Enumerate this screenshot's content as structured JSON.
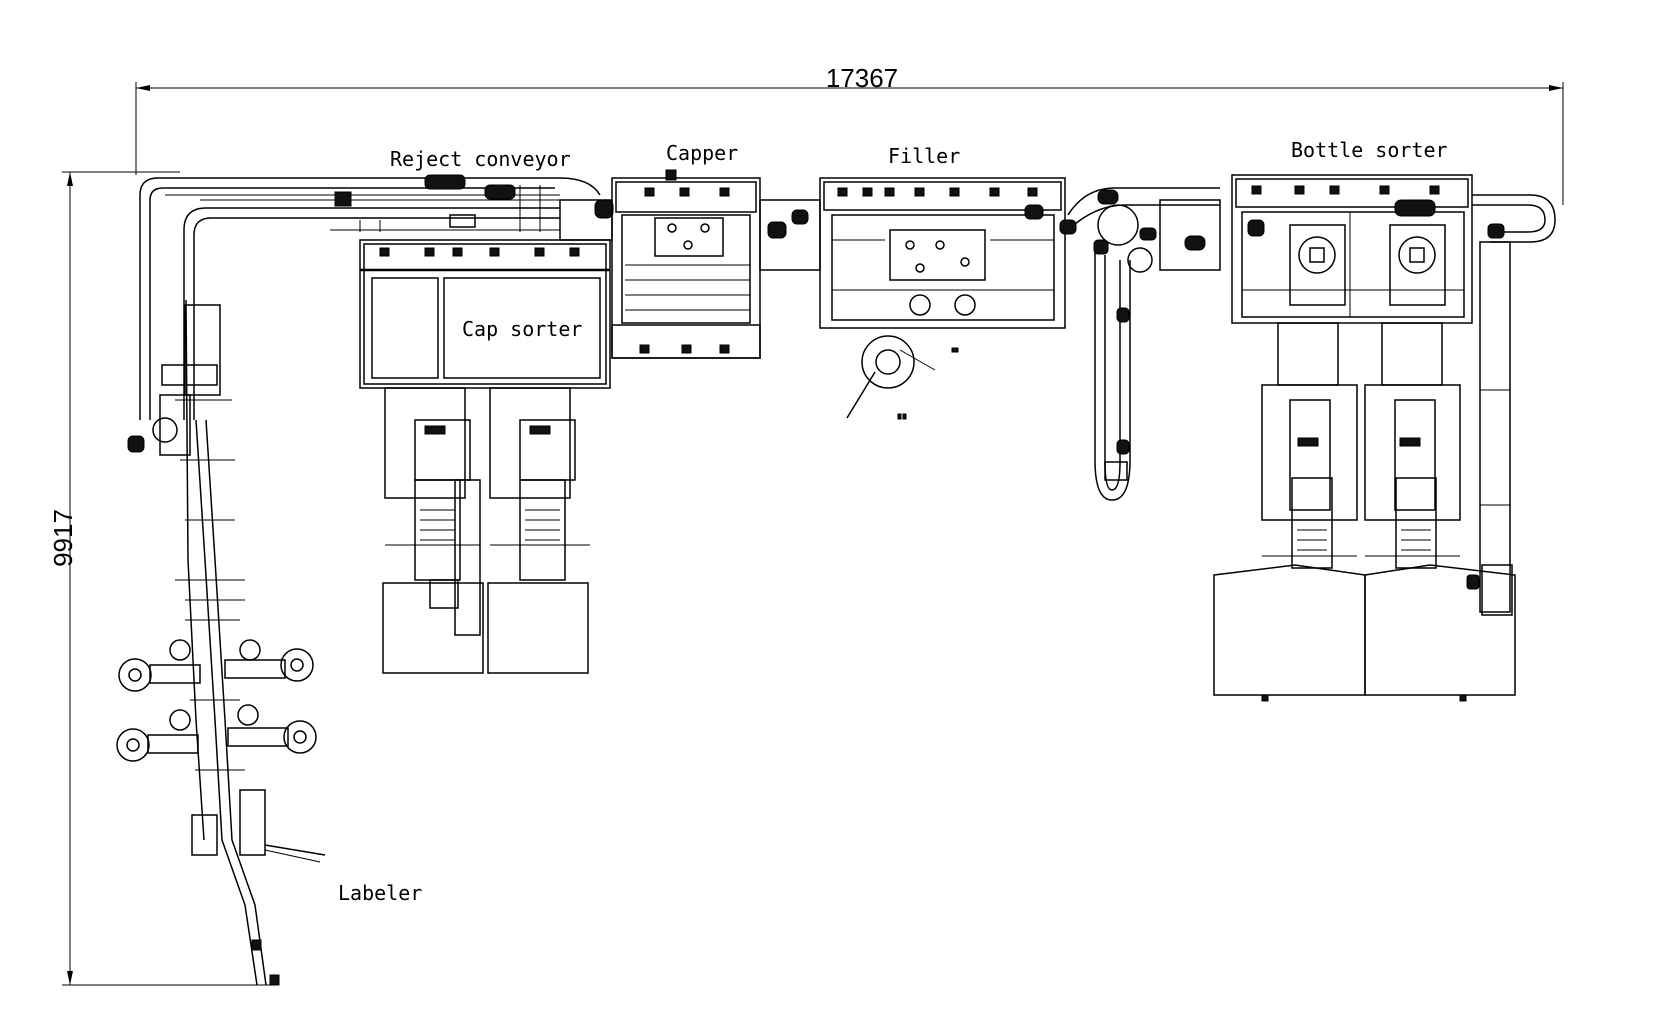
{
  "dimensions": {
    "width_label": "17367",
    "height_label": "9917"
  },
  "labels": {
    "reject_conveyor": "Reject conveyor",
    "capper": "Capper",
    "filler": "Filler",
    "bottle_sorter": "Bottle sorter",
    "cap_sorter": "Cap sorter",
    "labeler": "Labeler"
  },
  "colors": {
    "line": "#000000",
    "background": "#ffffff"
  }
}
